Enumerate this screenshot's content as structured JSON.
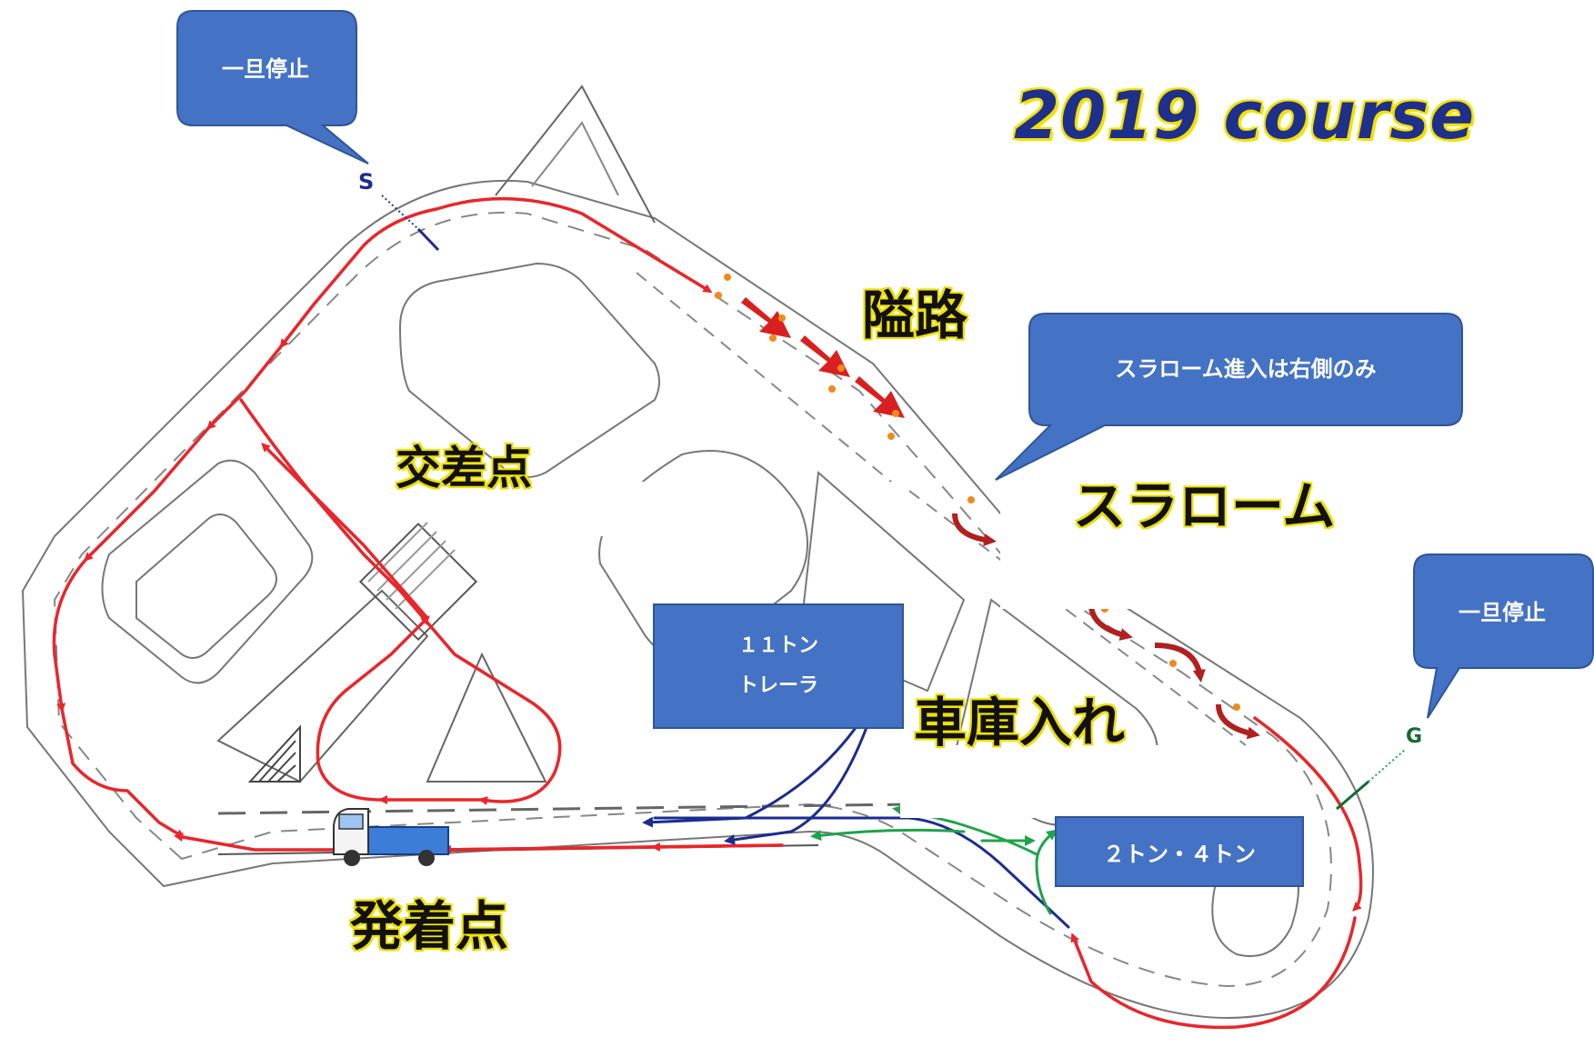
{
  "title": "2019 course",
  "callouts": {
    "stop_top": "一旦停止",
    "stop_right": "一旦停止",
    "slalom_note": "スラローム進入は右側のみ"
  },
  "labels": {
    "narrow_road": "隘路",
    "intersection": "交差点",
    "slalom": "スラローム",
    "garage": "車庫入れ",
    "start_point": "発着点"
  },
  "boxes": {
    "trailer_line1": "１１トン",
    "trailer_line2": "トレーラ",
    "small_trucks": "２トン・４トン"
  },
  "markers": {
    "start": "S",
    "goal": "G"
  },
  "colors": {
    "route_main": "#e8262b",
    "route_trailer": "#1c2c8f",
    "route_small": "#1fa34a",
    "slalom_arrow": "#b0201e",
    "callout_fill": "#4472c4",
    "title_color": "#1f2f8c",
    "label_highlight": "#f4e600"
  }
}
